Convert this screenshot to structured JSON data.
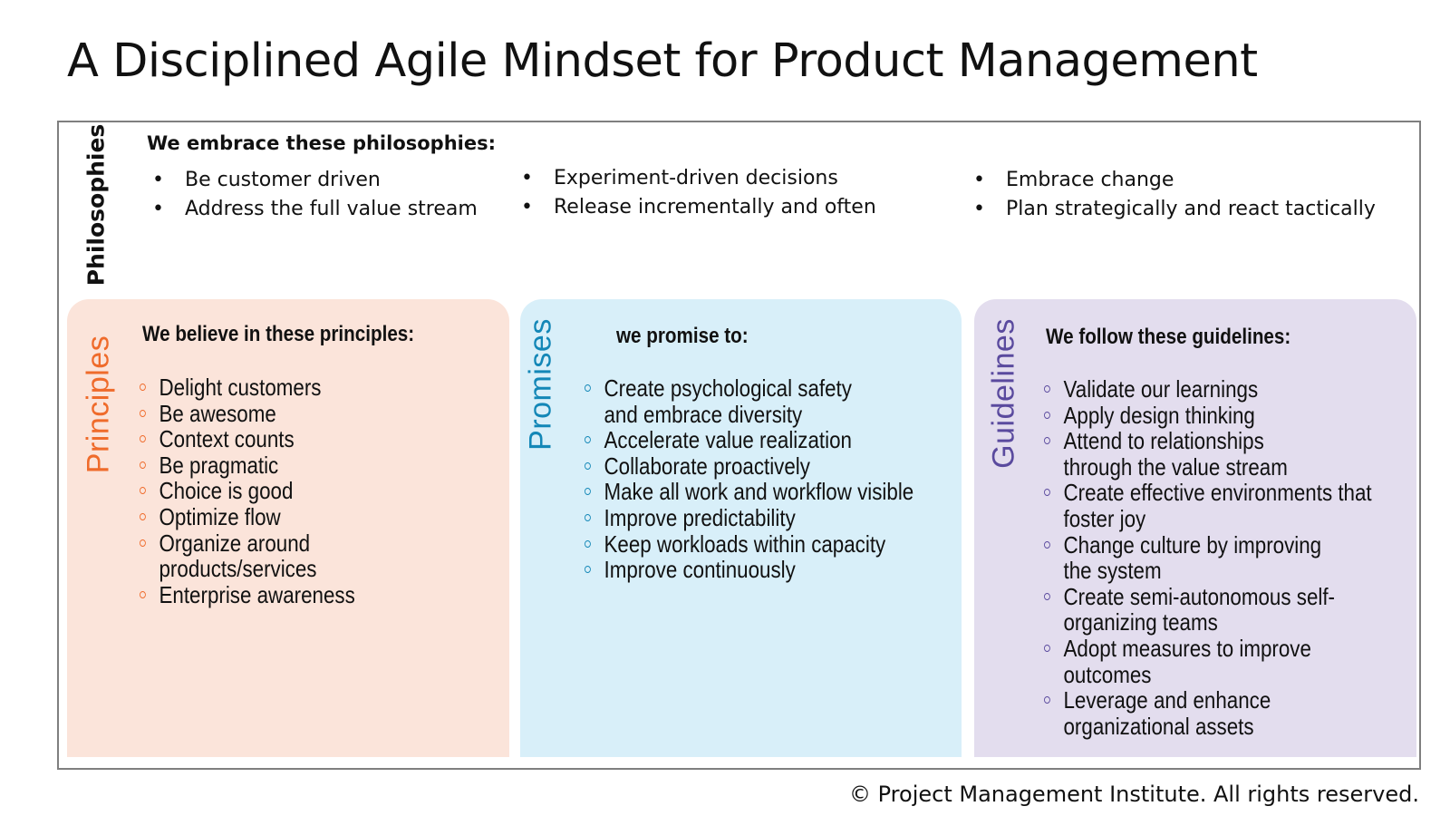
{
  "title": "A Disciplined Agile Mindset for Product Management",
  "philosophies": {
    "label": "Philosophies",
    "heading": "We embrace these philosophies:",
    "columns": [
      [
        "Be customer driven",
        "Address the full value stream"
      ],
      [
        "Experiment-driven decisions",
        "Release incrementally and often"
      ],
      [
        "Embrace change",
        "Plan strategically and react tactically"
      ]
    ]
  },
  "principles": {
    "label": "Principles",
    "heading": "We believe in these principles:",
    "items": [
      [
        "Delight customers"
      ],
      [
        "Be awesome"
      ],
      [
        "Context counts"
      ],
      [
        "Be pragmatic"
      ],
      [
        "Choice is good"
      ],
      [
        "Optimize flow"
      ],
      [
        "Organize around",
        "products/services"
      ],
      [
        "Enterprise awareness"
      ]
    ]
  },
  "promises": {
    "label": "Promises",
    "heading": "we promise to:",
    "items": [
      [
        "Create psychological safety",
        "and embrace diversity"
      ],
      [
        "Accelerate value realization"
      ],
      [
        "Collaborate proactively"
      ],
      [
        "Make all work and workflow visible"
      ],
      [
        "Improve predictability"
      ],
      [
        "Keep workloads within capacity"
      ],
      [
        "Improve continuously"
      ]
    ]
  },
  "guidelines": {
    "label": "Guidelines",
    "heading": "We follow these guidelines:",
    "items": [
      [
        "Validate our learnings"
      ],
      [
        "Apply design thinking"
      ],
      [
        "Attend to relationships",
        "through the value stream"
      ],
      [
        "Create effective environments that",
        "foster joy"
      ],
      [
        "Change culture by improving",
        "the system"
      ],
      [
        "Create semi-autonomous self-",
        "organizing teams"
      ],
      [
        "Adopt measures to improve",
        "outcomes"
      ],
      [
        "Leverage and enhance",
        "organizational assets"
      ]
    ]
  },
  "copyright": "© Project Management Institute. All rights reserved.",
  "colors": {
    "principles_accent": "#ef6b2b",
    "principles_bg": "#fbe4da",
    "promises_accent": "#1387b7",
    "promises_bg": "#d8eff9",
    "guidelines_accent": "#5a4a9e",
    "guidelines_bg": "#e3ddee",
    "frame_border": "#7f7f7f"
  }
}
